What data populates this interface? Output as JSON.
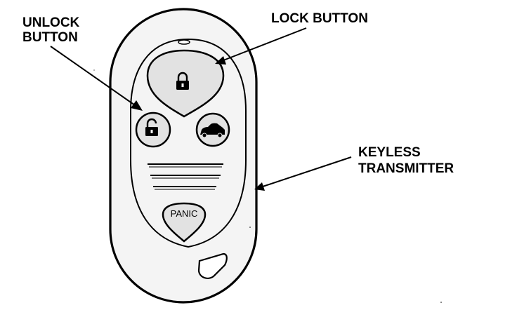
{
  "labels": {
    "unlock_line1": "UNLOCK",
    "unlock_line2": "BUTTON",
    "lock": "LOCK BUTTON",
    "keyless_line1": "KEYLESS",
    "keyless_line2": "TRANSMITTER",
    "panic": "PANIC"
  },
  "icons": {
    "lock_button": "lock-icon",
    "unlock_button": "unlock-icon",
    "trunk_button": "car-trunk-icon",
    "panic_button": "panic-label",
    "key_ring": "key-ring-hole"
  },
  "colors": {
    "line": "#000000",
    "body_fill": "#f4f4f4",
    "button_fill": "#e2e2e2",
    "background": "#ffffff"
  }
}
